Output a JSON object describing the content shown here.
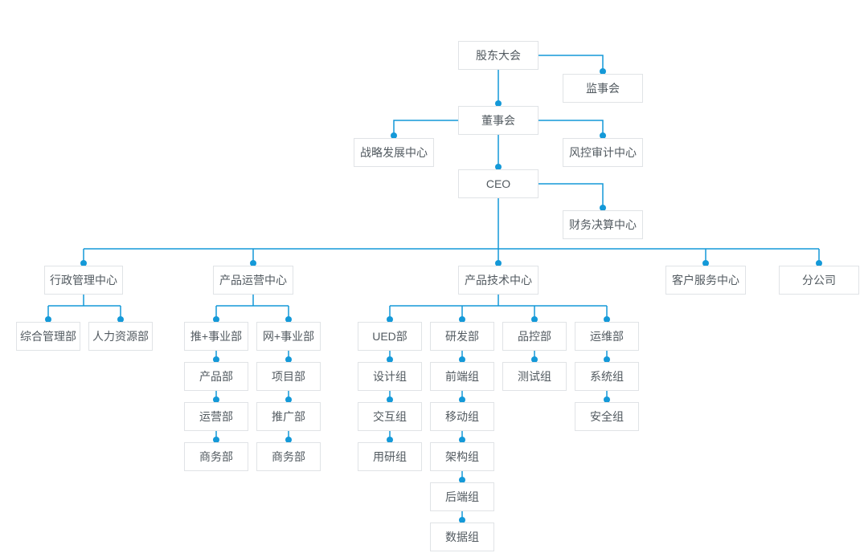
{
  "chart": {
    "type": "org-chart",
    "colors": {
      "accent": "#1499d8",
      "box_border": "#e0e3e6",
      "box_text": "#525a60",
      "background": "#ffffff"
    }
  },
  "nodes": {
    "shareholders": "股东大会",
    "supervisory": "监事会",
    "board": "董事会",
    "strategy_center": "战略发展中心",
    "risk_audit_center": "风控审计中心",
    "ceo": "CEO",
    "finance_center": "财务决算中心",
    "admin_center": "行政管理中心",
    "product_ops_center": "产品运营中心",
    "product_tech_center": "产品技术中心",
    "customer_service_center": "客户服务中心",
    "branch_company": "分公司",
    "general_management": "综合管理部",
    "human_resources": "人力资源部",
    "tui_business_unit": "推+事业部",
    "wang_business_unit": "网+事业部",
    "product_dept": "产品部",
    "operation_dept": "运营部",
    "business_dept_left": "商务部",
    "project_dept": "项目部",
    "promotion_dept": "推广部",
    "business_dept_right": "商务部",
    "ued_dept": "UED部",
    "rd_dept": "研发部",
    "qc_dept": "品控部",
    "ops_dept": "运维部",
    "design_group": "设计组",
    "interaction_group": "交互组",
    "user_research_group": "用研组",
    "frontend_group": "前端组",
    "mobile_group": "移动组",
    "architecture_group": "架构组",
    "backend_group": "后端组",
    "data_group": "数据组",
    "test_group": "测试组",
    "system_group": "系统组",
    "security_group": "安全组"
  },
  "hierarchy": {
    "shareholders": [
      "supervisory",
      "board"
    ],
    "board": [
      "strategy_center",
      "risk_audit_center",
      "ceo"
    ],
    "ceo": [
      "finance_center",
      "admin_center",
      "product_ops_center",
      "product_tech_center",
      "customer_service_center",
      "branch_company"
    ],
    "admin_center": [
      "general_management",
      "human_resources"
    ],
    "product_ops_center": [
      "tui_business_unit",
      "wang_business_unit"
    ],
    "tui_business_unit": [
      "product_dept"
    ],
    "product_dept": [
      "operation_dept"
    ],
    "operation_dept": [
      "business_dept_left"
    ],
    "wang_business_unit": [
      "project_dept"
    ],
    "project_dept": [
      "promotion_dept"
    ],
    "promotion_dept": [
      "business_dept_right"
    ],
    "product_tech_center": [
      "ued_dept",
      "rd_dept",
      "qc_dept",
      "ops_dept"
    ],
    "ued_dept": [
      "design_group"
    ],
    "design_group": [
      "interaction_group"
    ],
    "interaction_group": [
      "user_research_group"
    ],
    "rd_dept": [
      "frontend_group"
    ],
    "frontend_group": [
      "mobile_group"
    ],
    "mobile_group": [
      "architecture_group"
    ],
    "architecture_group": [
      "backend_group"
    ],
    "backend_group": [
      "data_group"
    ],
    "qc_dept": [
      "test_group"
    ],
    "ops_dept": [
      "system_group"
    ],
    "system_group": [
      "security_group"
    ]
  }
}
